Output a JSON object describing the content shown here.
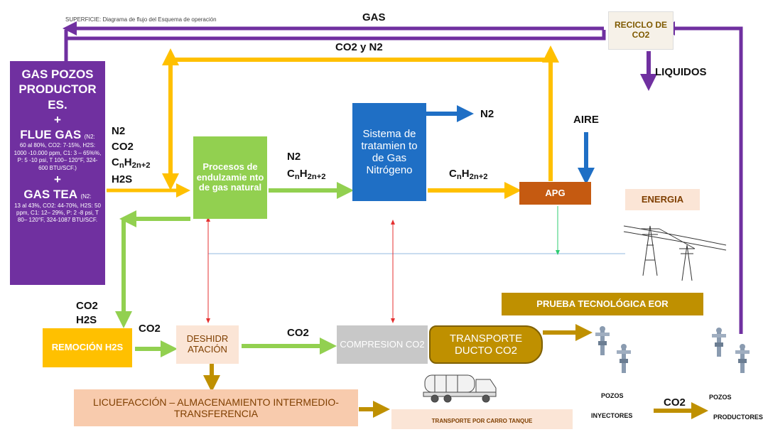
{
  "header": {
    "title": "SUPERFICIE: Diagrama de flujo del Esquema de operación"
  },
  "producers": {
    "line1": "GAS POZOS",
    "line2": "PRODUCTOR",
    "line3": "ES.",
    "plus1": "+",
    "flue_title": "FLUE GAS",
    "flue_detail_head": "(N2:",
    "flue_detail": "60 al 80%, CO2: 7-15%, H2S: 1000 -10.000 ppm, C1: 3 – 65%%, P: 5 -10 psi, T 100– 120°F, 324-600 BTU/SCF.)",
    "plus2": "+",
    "tea_title": "GAS TEA",
    "tea_detail_head": "(N2:",
    "tea_detail": "13 al 43%, CO2: 44-70%, H2S: 50 ppm, C1: 12– 29%, P: 2 -8 psi, T 80– 120°F, 324-1087 BTU/SCF."
  },
  "boxes": {
    "reciclo": "RECICLO DE CO2",
    "endulzamiento": "Procesos de endulzamie nto de gas natural",
    "sistema": "Sistema de tratamien to de Gas Nitrógeno",
    "apg": "APG",
    "energia": "ENERGIA",
    "prueba": "PRUEBA TECNOLÓGICA EOR",
    "remocion": "REMOCIÓN H2S",
    "deshidratacion": "DESHIDR ATACIÓN",
    "compresion": "COMPRESION CO2",
    "transporte_ducto": "TRANSPORTE DUCTO CO2",
    "licuefaccion": "LICUEFACCIÓN – ALMACENAMIENTO INTERMEDIO- TRANSFERENCIA",
    "carro_tanque": "TRANSPORTE POR CARRO TANQUE"
  },
  "labels": {
    "gas": "GAS",
    "co2_n2": "CO2 y N2",
    "liquidos": "LIQUIDOS",
    "n2_out": "N2",
    "aire": "AIRE",
    "feed_n2": "N2",
    "feed_co2": "CO2",
    "feed_cn_c": "C",
    "feed_cn_n": "n",
    "feed_cn_h": "H",
    "feed_cn_sub": "2n+2",
    "feed_h2s": "H2S",
    "mid_n2": "N2",
    "mid_cn_c": "C",
    "mid_cn_n": "n",
    "mid_cn_h": "H",
    "mid_cn_sub": "2n+2",
    "right_cn_c": "C",
    "right_cn_n": "n",
    "right_cn_h": "H",
    "right_cn_sub": "2n+2",
    "left_co2": "CO2",
    "left_h2s": "H2S",
    "rem_co2": "CO2",
    "des_co2": "CO2",
    "wells_co2": "CO2",
    "pozos_iny_1": "POZOS",
    "pozos_iny_2": "INYECTORES",
    "pozos_prod_1": "POZOS",
    "pozos_prod_2": "PRODUCTORES"
  },
  "colors": {
    "purple": "#7030a0",
    "yellow": "#ffc000",
    "green": "#92d050",
    "blue": "#1f6fc5",
    "orange": "#c55a11",
    "olive": "#bf9000"
  }
}
